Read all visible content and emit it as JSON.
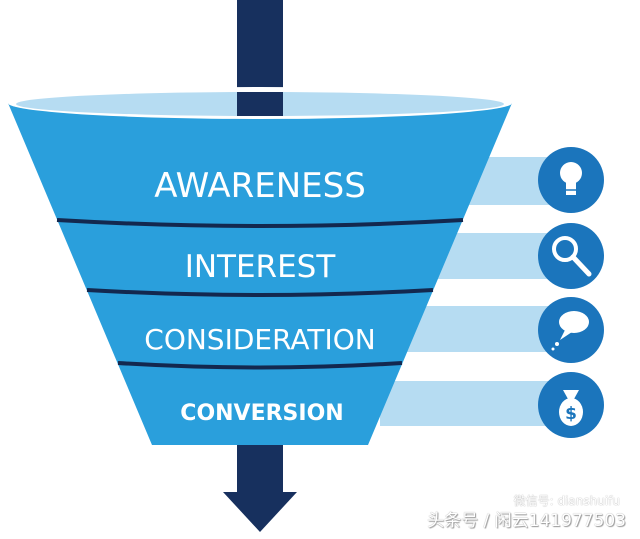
{
  "stages": [
    {
      "label": "AWARENESS",
      "icon": "lightbulb-icon"
    },
    {
      "label": "INTEREST",
      "icon": "magnifier-icon"
    },
    {
      "label": "CONSIDERATION",
      "icon": "speech-bubble-icon"
    },
    {
      "label": "CONVERSION",
      "icon": "money-bag-icon"
    }
  ],
  "colors": {
    "funnel": "#2a9fdc",
    "bar": "#b6dcf2",
    "icon_circle": "#1b75bc",
    "arrow": "#17305e",
    "divider": "#13284f"
  },
  "watermark": {
    "line1": "微信号: dianshuifu",
    "line2": "头条号 / 闲云141977503"
  }
}
